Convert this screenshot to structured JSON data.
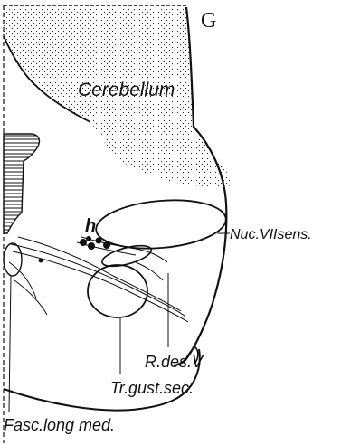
{
  "panel_letter": "G",
  "labels": {
    "cerebellum": "Cerebellum",
    "h": "h",
    "nuc_vii_sens": "Nuc.VIIsens.",
    "r_des_v": "R.des.V",
    "tr_gust_sec": "Tr.gust.sec.",
    "fasc_long_med": "Fasc.long med."
  },
  "colors": {
    "ink": "#111111",
    "paper": "#ffffff"
  }
}
